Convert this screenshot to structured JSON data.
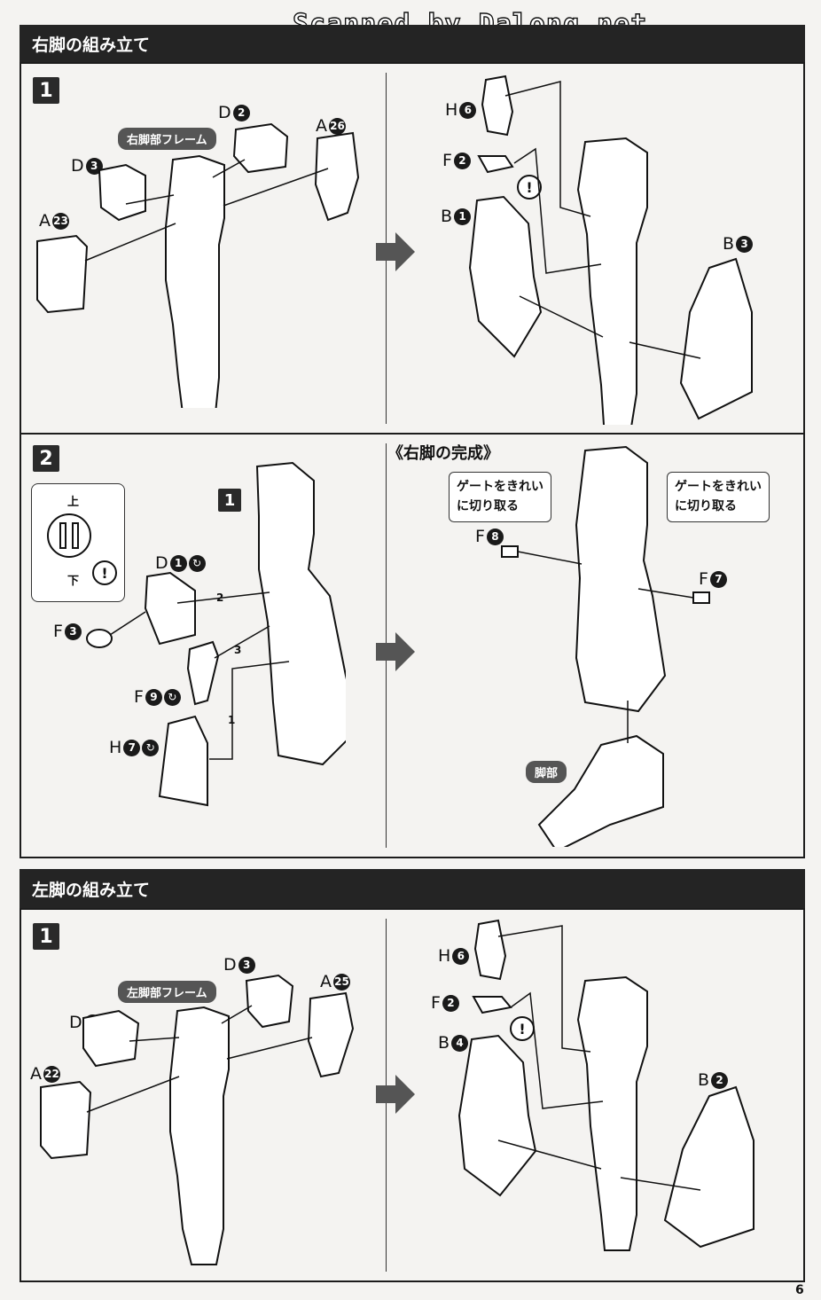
{
  "watermark": "Scanned by Dalong.net",
  "page_number": "6",
  "right_leg": {
    "title": "右脚の組み立て",
    "step1": {
      "number": "1",
      "frame_label": "右脚部フレーム",
      "left_parts": [
        {
          "letter": "D",
          "num": "2"
        },
        {
          "letter": "A",
          "num": "26"
        },
        {
          "letter": "D",
          "num": "3"
        },
        {
          "letter": "A",
          "num": "23"
        }
      ],
      "right_parts": [
        {
          "letter": "H",
          "num": "6"
        },
        {
          "letter": "F",
          "num": "2"
        },
        {
          "letter": "B",
          "num": "1"
        },
        {
          "letter": "B",
          "num": "3"
        }
      ],
      "caution": "!"
    },
    "step2": {
      "number": "2",
      "ref_number": "1",
      "inset_top": "上",
      "inset_bottom": "下",
      "caution": "!",
      "parts": [
        {
          "letter": "D",
          "num": "1"
        },
        {
          "letter": "F",
          "num": "3"
        },
        {
          "letter": "F",
          "num": "9"
        },
        {
          "letter": "H",
          "num": "7"
        }
      ],
      "order": [
        "2",
        "3",
        "1"
      ]
    },
    "complete": {
      "title": "《右脚の完成》",
      "callout_left": "ゲートをきれい\nに切り取る",
      "callout_right": "ゲートをきれい\nに切り取る",
      "parts": [
        {
          "letter": "F",
          "num": "8"
        },
        {
          "letter": "F",
          "num": "7"
        }
      ],
      "foot_label": "脚部"
    }
  },
  "left_leg": {
    "title": "左脚の組み立て",
    "step1": {
      "number": "1",
      "frame_label": "左脚部フレーム",
      "left_parts": [
        {
          "letter": "D",
          "num": "3"
        },
        {
          "letter": "A",
          "num": "25"
        },
        {
          "letter": "D",
          "num": "2"
        },
        {
          "letter": "A",
          "num": "22"
        }
      ],
      "right_parts": [
        {
          "letter": "H",
          "num": "6"
        },
        {
          "letter": "F",
          "num": "2"
        },
        {
          "letter": "B",
          "num": "4"
        },
        {
          "letter": "B",
          "num": "2"
        }
      ],
      "caution": "!"
    }
  }
}
